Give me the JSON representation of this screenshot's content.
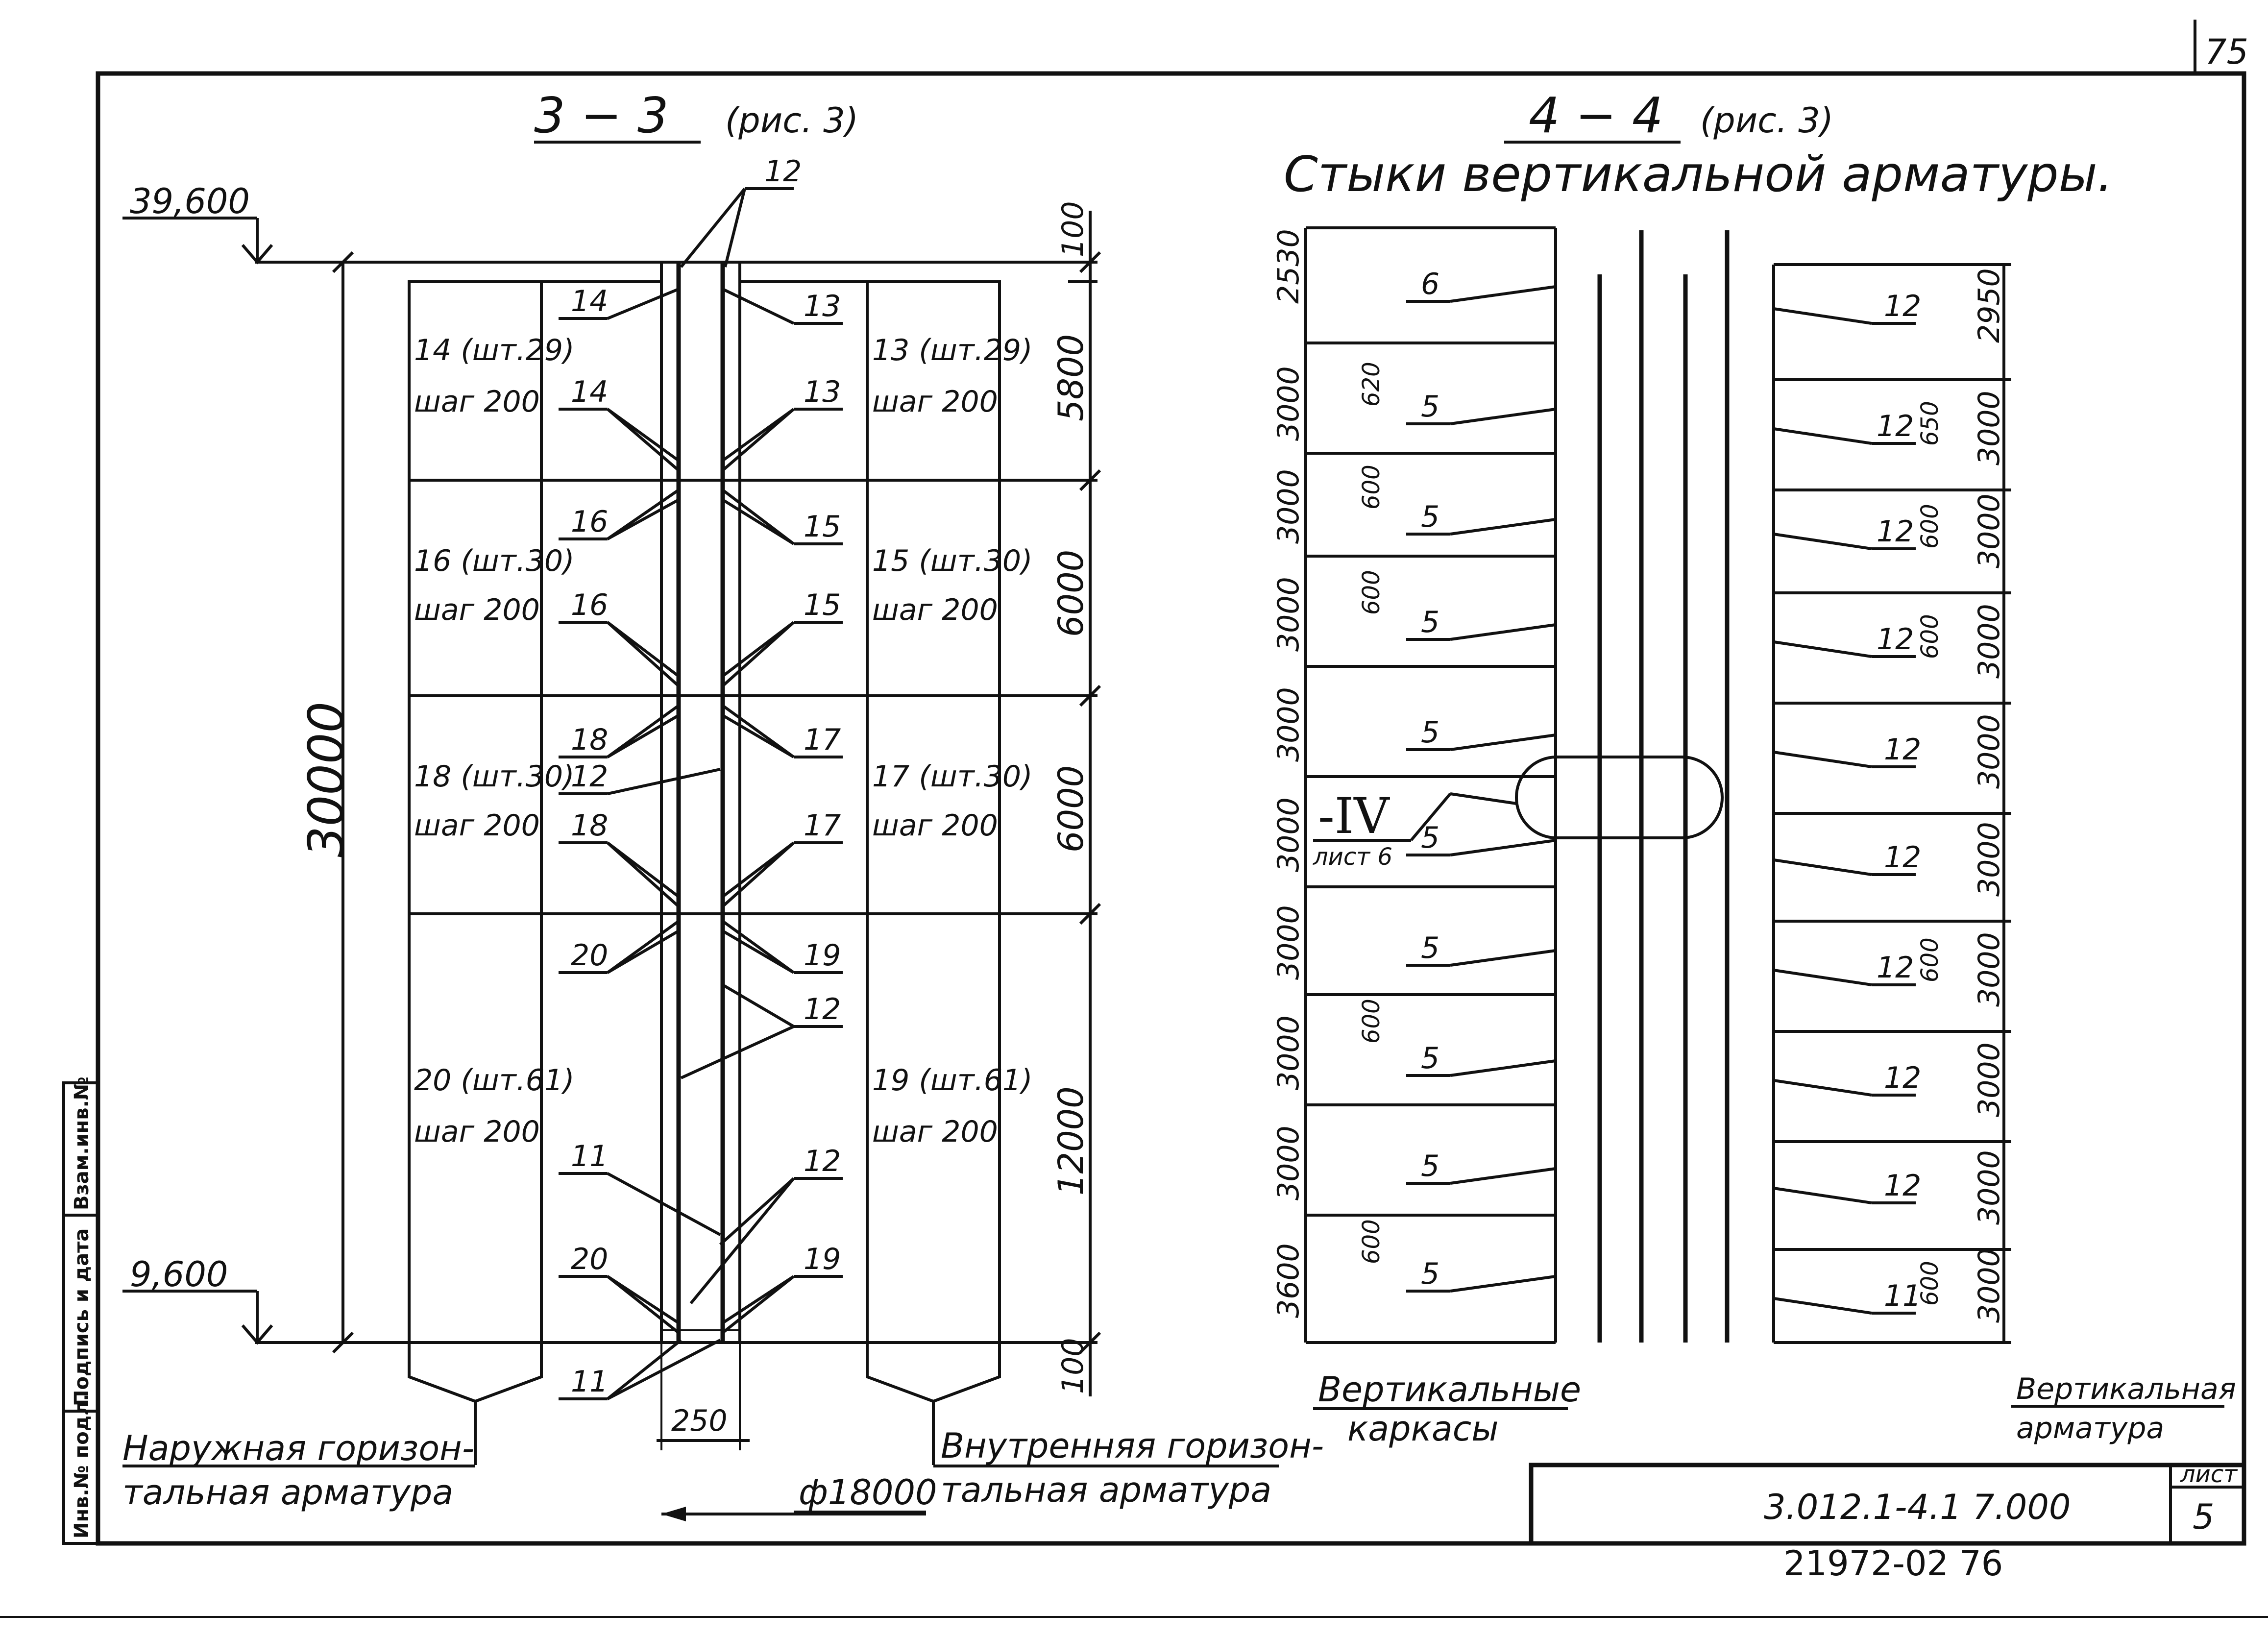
{
  "sheet_number_corner": "75",
  "left_view": {
    "section_label": "3 − 3",
    "section_ref": "(рис. 3)",
    "elevation_top": "39,600",
    "elevation_bottom": "9,600",
    "total_height": "30000",
    "top_offset": "100",
    "bottom_offset": "100",
    "wall_width": "250",
    "diameter": "ф18000",
    "tier_heights": [
      "5800",
      "6000",
      "6000",
      "12000"
    ],
    "top_marks": [
      "12"
    ],
    "tiers": [
      {
        "outer_bar": "14 (шт.29)",
        "outer_step": "шаг 200",
        "inner_bar": "13 (шт.29)",
        "inner_step": "шаг 200",
        "marks_left": [
          "14",
          "14"
        ],
        "marks_right": [
          "13",
          "13"
        ]
      },
      {
        "outer_bar": "16 (шт.30)",
        "outer_step": "шаг 200",
        "inner_bar": "15 (шт.30)",
        "inner_step": "шаг 200",
        "marks_left": [
          "16",
          "16"
        ],
        "marks_right": [
          "15",
          "15"
        ]
      },
      {
        "outer_bar": "18 (шт.30)",
        "outer_step": "шаг 200",
        "inner_bar": "17 (шт.30)",
        "inner_step": "шаг 200",
        "marks_left": [
          "18",
          "12",
          "18"
        ],
        "marks_right": [
          "17",
          "17"
        ]
      },
      {
        "outer_bar": "20 (шт.61)",
        "outer_step": "шаг 200",
        "inner_bar": "19 (шт.61)",
        "inner_step": "шаг 200",
        "marks_left": [
          "20",
          "11",
          "20"
        ],
        "marks_right": [
          "19",
          "12",
          "12",
          "19"
        ]
      }
    ],
    "bottom_mark": "11",
    "caption_outer_1": "Наружная горизон-",
    "caption_outer_2": "тальная арматура",
    "caption_inner_1": "Внутренняя горизон-",
    "caption_inner_2": "тальная арматура"
  },
  "right_view": {
    "section_label": "4 − 4",
    "section_ref": "(рис. 3)",
    "subtitle": "Стыки вертикальной арматуры.",
    "left_dims": [
      "2530",
      "3000",
      "3000",
      "3000",
      "3000",
      "3000",
      "3000",
      "3000",
      "3000",
      "3600"
    ],
    "left_laps": [
      "620",
      "600",
      "600",
      "600",
      "600"
    ],
    "left_marks": [
      "6",
      "5",
      "5",
      "5",
      "5",
      "5",
      "5",
      "5",
      "5",
      "5"
    ],
    "right_dims": [
      "2950",
      "3000",
      "3000",
      "3000",
      "3000",
      "3000",
      "3000",
      "3000",
      "3000",
      "3000"
    ],
    "right_laps": [
      "650",
      "600",
      "600",
      "600",
      "600"
    ],
    "right_marks": [
      "12",
      "12",
      "12",
      "12",
      "12",
      "12",
      "12",
      "12",
      "12",
      "11"
    ],
    "callout": "-IV",
    "callout_ref": "лист 6",
    "caption_left_1": "Вертикальные",
    "caption_left_2": "каркасы",
    "caption_right_1": "Вертикальная",
    "caption_right_2": "арматура"
  },
  "title_block": {
    "code": "3.012.1-4.1  7.000",
    "sheet_label": "лист",
    "sheet_number": "5",
    "doc_number": "21972-02   76"
  },
  "side_stamp": [
    "Инв.№ подл.",
    "Подпись и дата",
    "Взам.инв.№"
  ]
}
